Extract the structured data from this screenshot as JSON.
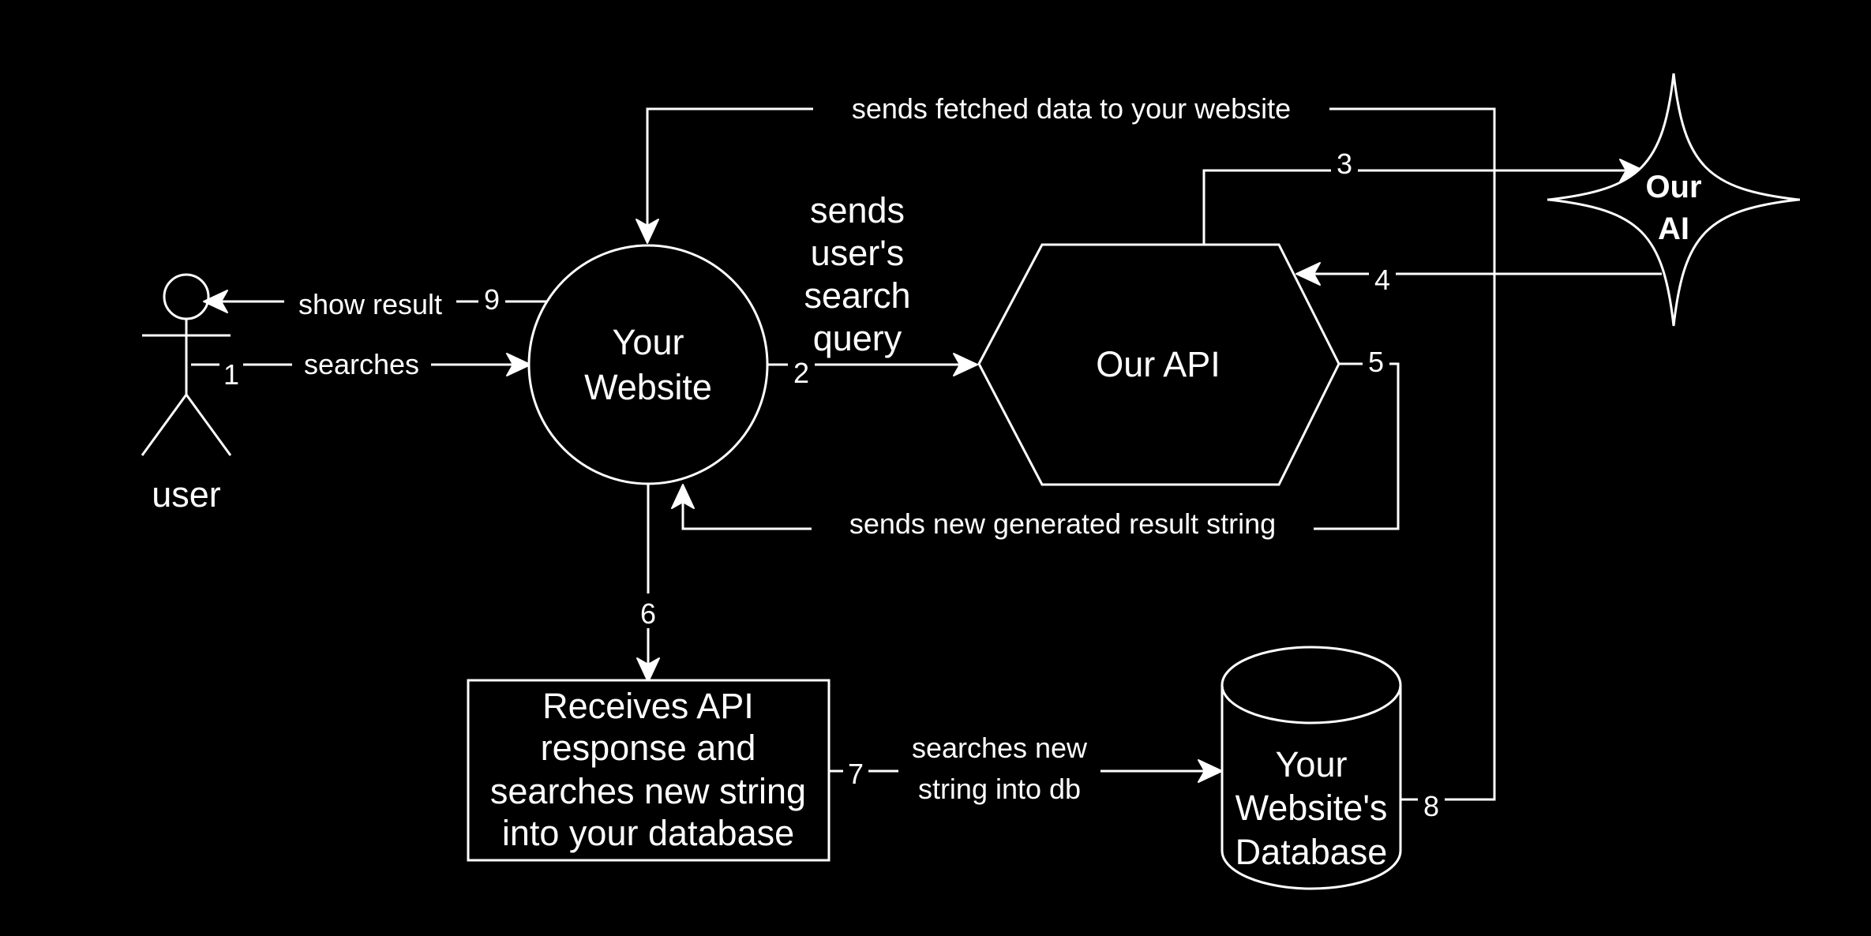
{
  "nodes": {
    "user": "user",
    "website_line1": "Your",
    "website_line2": "Website",
    "api": "Our API",
    "ai_line1": "Our",
    "ai_line2": "AI",
    "receiver_line1": "Receives API",
    "receiver_line2": "response and",
    "receiver_line3": "searches new string",
    "receiver_line4": "into your database",
    "db_line1": "Your",
    "db_line2": "Website's",
    "db_line3": "Database"
  },
  "edges": {
    "e1_num": "1",
    "e1_label": "searches",
    "e2_num": "2",
    "e2_label_line1": "sends",
    "e2_label_line2": "user's",
    "e2_label_line3": "search",
    "e2_label_line4": "query",
    "e3_num": "3",
    "e4_num": "4",
    "e5_num": "5",
    "e5_label": "sends new generated result string",
    "e6_num": "6",
    "e7_num": "7",
    "e7_label_line1": "searches new",
    "e7_label_line2": "string into db",
    "e8_num": "8",
    "e8_label": "sends fetched data to your website",
    "e9_num": "9",
    "e9_label": "show result"
  }
}
